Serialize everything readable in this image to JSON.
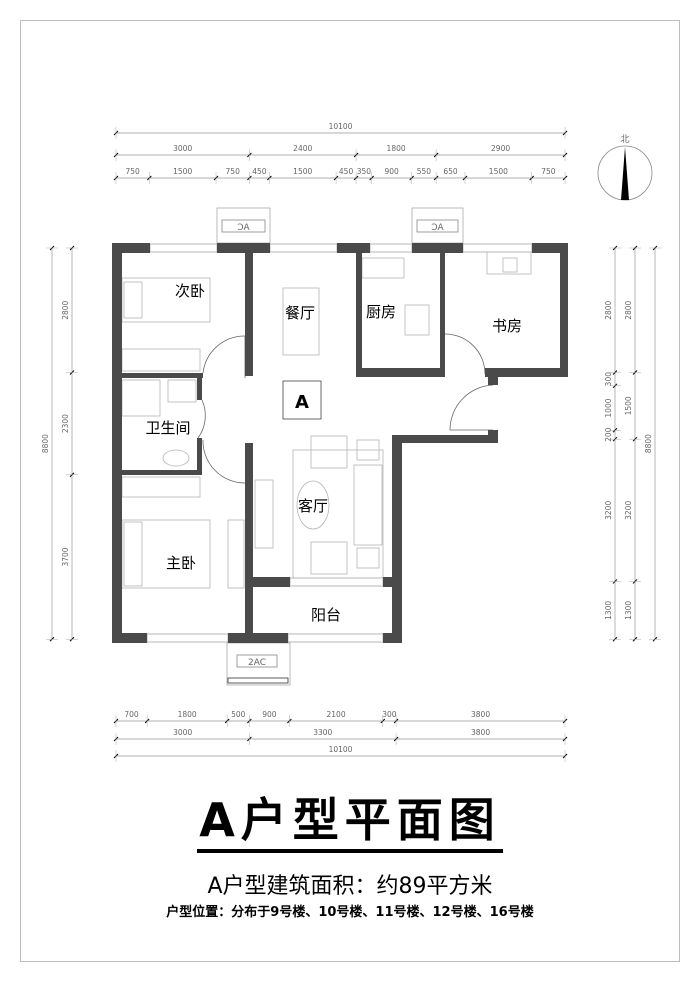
{
  "plan": {
    "rooms": {
      "bedroom2": "次卧",
      "dining": "餐厅",
      "kitchen": "厨房",
      "study": "书房",
      "bathroom": "卫生间",
      "living": "客厅",
      "master": "主卧",
      "balcony": "阳台"
    },
    "unit_mark": "A",
    "ac_top_left": "AC",
    "ac_top_right": "AC",
    "ac_bottom": "2AC",
    "north": "北"
  },
  "dimensions": {
    "top_total": [
      10100
    ],
    "top_mid": [
      3000,
      2400,
      1800,
      2900
    ],
    "top_detail": [
      750,
      1500,
      750,
      450,
      1500,
      450,
      350,
      900,
      550,
      650,
      1500,
      750
    ],
    "bottom_detail": [
      700,
      1800,
      500,
      900,
      2100,
      300,
      3800
    ],
    "bottom_mid": [
      3000,
      3300,
      3800
    ],
    "bottom_total": [
      10100
    ],
    "left_total": [
      8800
    ],
    "left_detail": [
      2800,
      2300,
      3700
    ],
    "right_detail": [
      2800,
      300,
      1000,
      200,
      3200,
      1300
    ],
    "right_mid": [
      2800,
      1500,
      3200,
      1300
    ],
    "right_total": [
      8800
    ]
  },
  "captions": {
    "title": "A户型平面图",
    "area": "A户型建筑面积：约89平方米",
    "location": "户型位置：分布于9号楼、10号楼、11号楼、12号楼、16号楼"
  },
  "colors": {
    "wall": "#4a4a4a",
    "line": "#9a9a9a"
  }
}
